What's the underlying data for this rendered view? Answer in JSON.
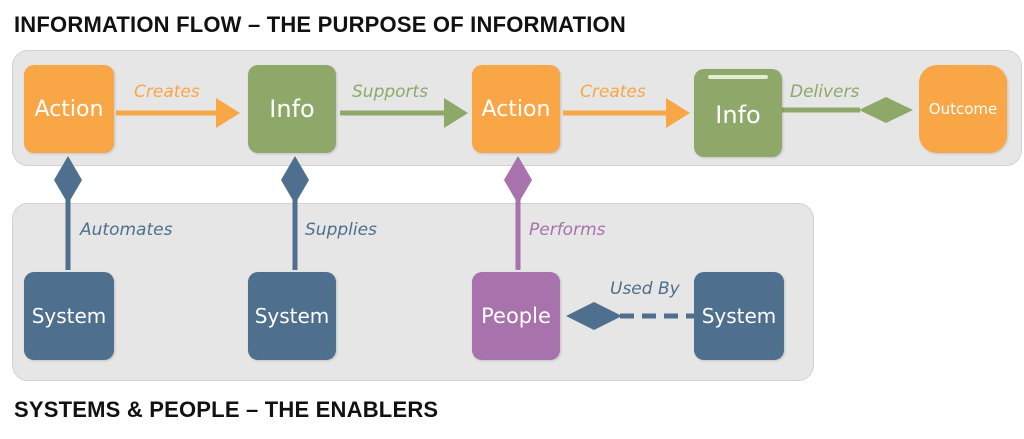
{
  "headings": {
    "top": "INFORMATION FLOW – THE PURPOSE OF INFORMATION",
    "bottom": "SYSTEMS & PEOPLE – THE ENABLERS"
  },
  "flow": {
    "nodes": [
      "Action",
      "Info",
      "Action",
      "Info",
      "Outcome"
    ],
    "edges": [
      "Creates",
      "Supports",
      "Creates",
      "Delivers"
    ]
  },
  "enablers": {
    "nodes": [
      "System",
      "System",
      "People",
      "System"
    ],
    "edges": [
      "Automates",
      "Supplies",
      "Performs",
      "Used By"
    ]
  },
  "colors": {
    "action": "#f9a646",
    "info": "#8ea86a",
    "system": "#4f6f8f",
    "people": "#a872ac",
    "band": "#e6e6e6"
  }
}
